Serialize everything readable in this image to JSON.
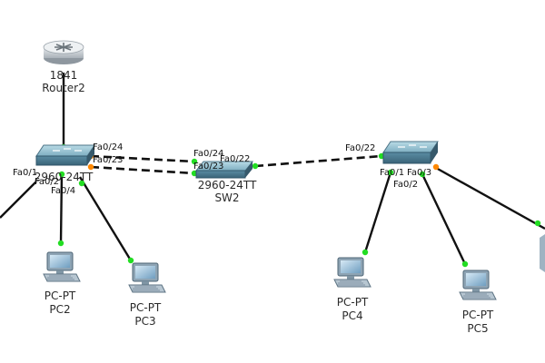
{
  "devices": {
    "router2": {
      "model": "1841",
      "name": "Router2"
    },
    "sw1": {
      "model": "2960-24TT"
    },
    "sw2": {
      "model": "2960-24TT",
      "name": "SW2"
    },
    "pc2": {
      "model": "PC-PT",
      "name": "PC2"
    },
    "pc3": {
      "model": "PC-PT",
      "name": "PC3"
    },
    "pc4": {
      "model": "PC-PT",
      "name": "PC4"
    },
    "pc5": {
      "model": "PC-PT",
      "name": "PC5"
    }
  },
  "ports": {
    "sw1_fa0_24": "Fa0/24",
    "sw1_fa0_23": "Fa0/23",
    "sw1_fa0_1": "Fa0/1",
    "sw1_fa0_2": "Fa0/2",
    "sw1_fa0_4": "Fa0/4",
    "sw2_fa0_24": "Fa0/24",
    "sw2_fa0_23": "Fa0/23",
    "sw2_fa0_22": "Fa0/22",
    "sw3_fa0_22": "Fa0/22",
    "sw3_fa0_1": "Fa0/1",
    "sw3_fa0_3": "Fa0/3",
    "sw3_fa0_2": "Fa0/2"
  },
  "colors": {
    "link": "#111111",
    "link_up": "#22dd22",
    "link_pending": "#ff8800",
    "switch_body": "#5b8fa8",
    "switch_top": "#9cc4d4",
    "router_body": "#c9ced3",
    "pc_screen": "#7fb3d5"
  }
}
